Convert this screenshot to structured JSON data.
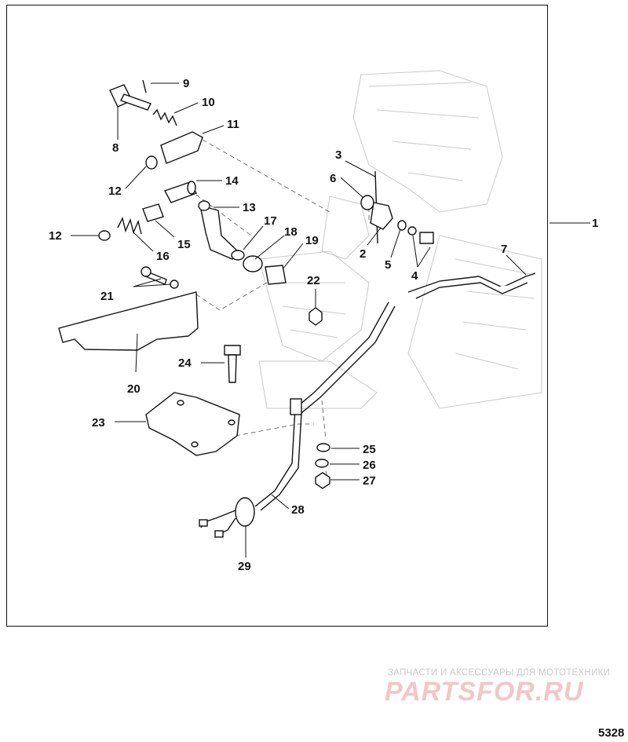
{
  "diagram": {
    "labels": [
      "1",
      "2",
      "3",
      "4",
      "5",
      "6",
      "7",
      "8",
      "9",
      "10",
      "11",
      "12",
      "12",
      "13",
      "14",
      "15",
      "16",
      "17",
      "18",
      "19",
      "20",
      "21",
      "22",
      "23",
      "24",
      "25",
      "26",
      "27",
      "28",
      "29"
    ]
  },
  "watermark": {
    "caption": "ЗАПЧАСТИ И АКСЕССУАРЫ ДЛЯ МОТОТЕХНИКИ",
    "logo": "PARTSFOR.RU"
  },
  "figure_number": "5328"
}
